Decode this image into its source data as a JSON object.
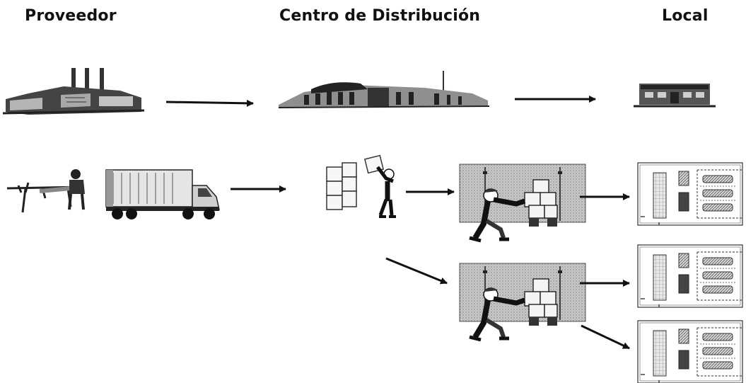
{
  "headers": {
    "supplier": "Proveedor",
    "distribution_center": "Centro de Distribución",
    "store": "Local"
  },
  "colors": {
    "ink": "#111111",
    "mid_gray": "#8a8a8a",
    "light_gray": "#c8c8c8",
    "panel_gray": "#b8b8b8"
  },
  "icons": [
    "factory-icon",
    "distribution-building-icon",
    "store-building-icon",
    "loading-dock-worker-icon",
    "truck-icon",
    "box-stack-worker-icon",
    "cross-dock-worker-icon",
    "store-shelf-layout-icon"
  ]
}
